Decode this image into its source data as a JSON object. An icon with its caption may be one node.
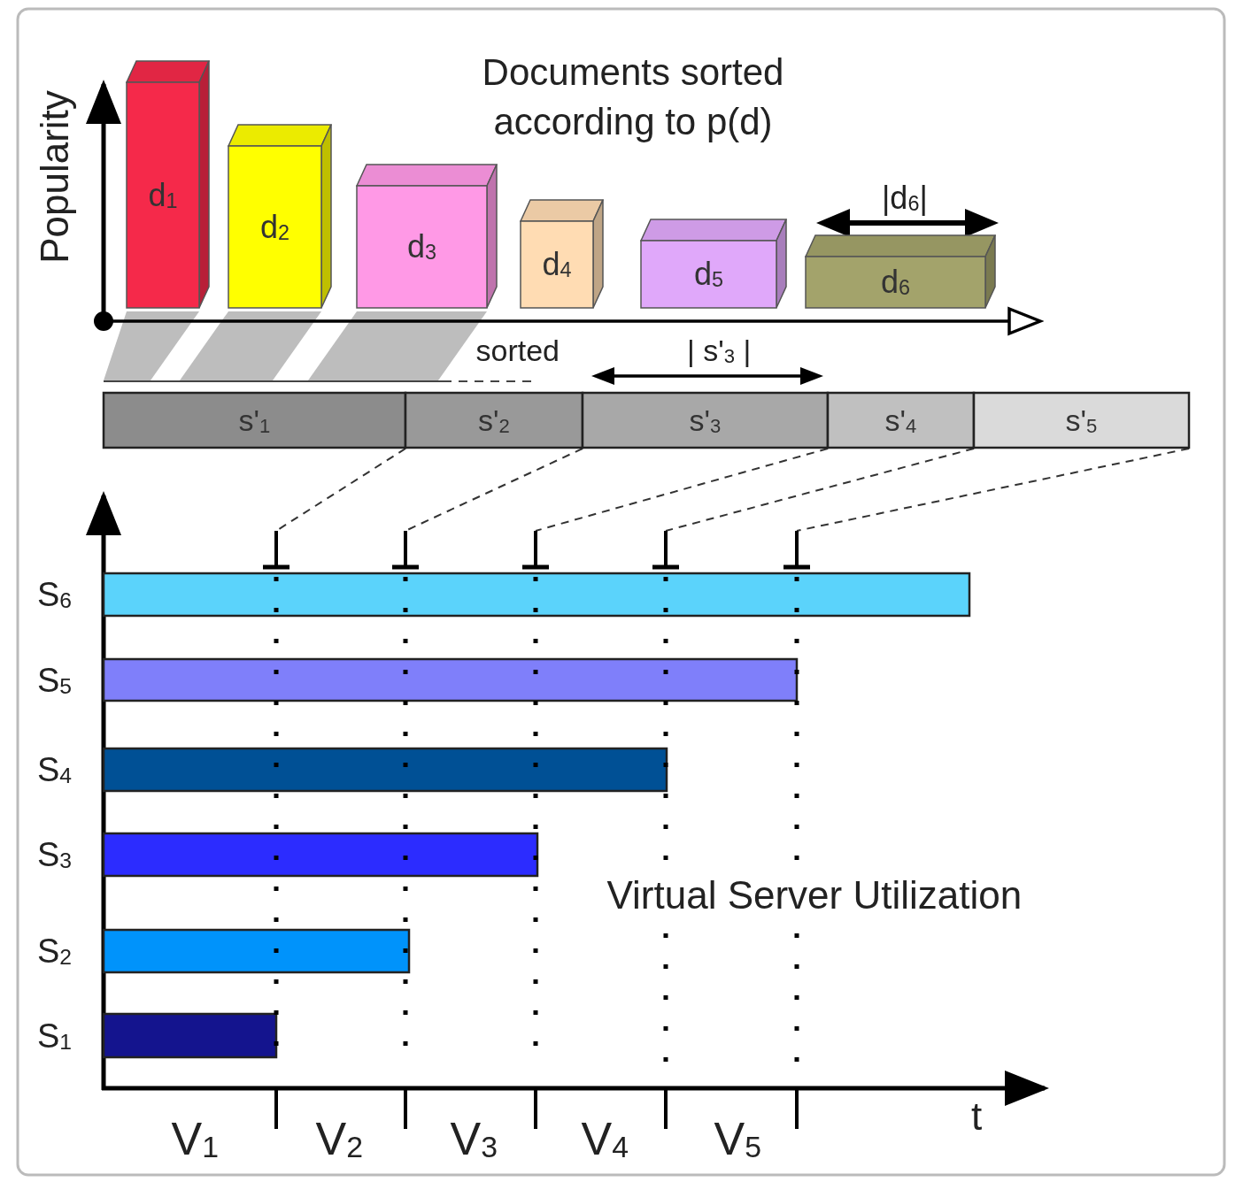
{
  "diagram": {
    "nodes": [
      {
        "text": [
          "d$_{1}$"
        ]
      },
      {
        "text": [
          "d$_{2}$"
        ]
      },
      {
        "text": [
          "d$_{3}$"
        ]
      },
      {
        "text": [
          "d$_{4}$"
        ]
      },
      {
        "text": [
          "d$_{5}$"
        ]
      },
      {
        "text": [
          "d$_{6}$"
        ]
      },
      {
        "text": [
          "s'$_{1}$"
        ]
      },
      {
        "text": [
          "s'$_{2}$"
        ]
      },
      {
        "text": [
          "s'$_{3}$"
        ]
      },
      {
        "text": [
          "s'$_{4}$"
        ]
      },
      {
        "text": [
          "s'$_{5}$"
        ]
      },
      {
        "text": [],
        "shape": "bar",
        "beside": [
          "S$_{6}$"
        ]
      },
      {
        "text": [],
        "shape": "bar",
        "beside": [
          "S$_{5}$"
        ]
      },
      {
        "text": [],
        "shape": "bar",
        "beside": [
          "S$_{4}$"
        ]
      },
      {
        "text": [],
        "shape": "bar",
        "beside": [
          "S$_{3}$"
        ]
      },
      {
        "text": [],
        "shape": "bar",
        "beside": [
          "S$_{2}$"
        ]
      },
      {
        "text": [],
        "shape": "bar",
        "beside": [
          "S$_{1}$"
        ]
      },
      {
        "text": [],
        "shape": "tick"
      },
      {
        "text": [],
        "shape": "tick"
      },
      {
        "text": [],
        "shape": "tick"
      },
      {
        "text": [],
        "shape": "tick"
      },
      {
        "text": [],
        "shape": "tick"
      }
    ],
    "edges": [
      {
        "from": 6,
        "to": 17,
        "arrow": "none",
        "style": "dashed"
      },
      {
        "from": 7,
        "to": 18,
        "arrow": "none",
        "style": "dashed"
      },
      {
        "from": 8,
        "to": 19,
        "arrow": "none",
        "style": "dashed"
      },
      {
        "from": 9,
        "to": 20,
        "arrow": "none",
        "style": "dashed"
      },
      {
        "from": 10,
        "to": 21,
        "arrow": "none",
        "style": "dashed"
      }
    ],
    "labels": [
      "Popularity",
      "Documents sorted according to p(d)",
      "|d$_{6}$|",
      "sorted",
      "| s'$_{3}$ |",
      "Virtual Server Utilization",
      "t",
      "V$_{1}$",
      "V$_{2}$",
      "V$_{3}$",
      "V$_{4}$",
      "V$_{5}$"
    ]
  }
}
